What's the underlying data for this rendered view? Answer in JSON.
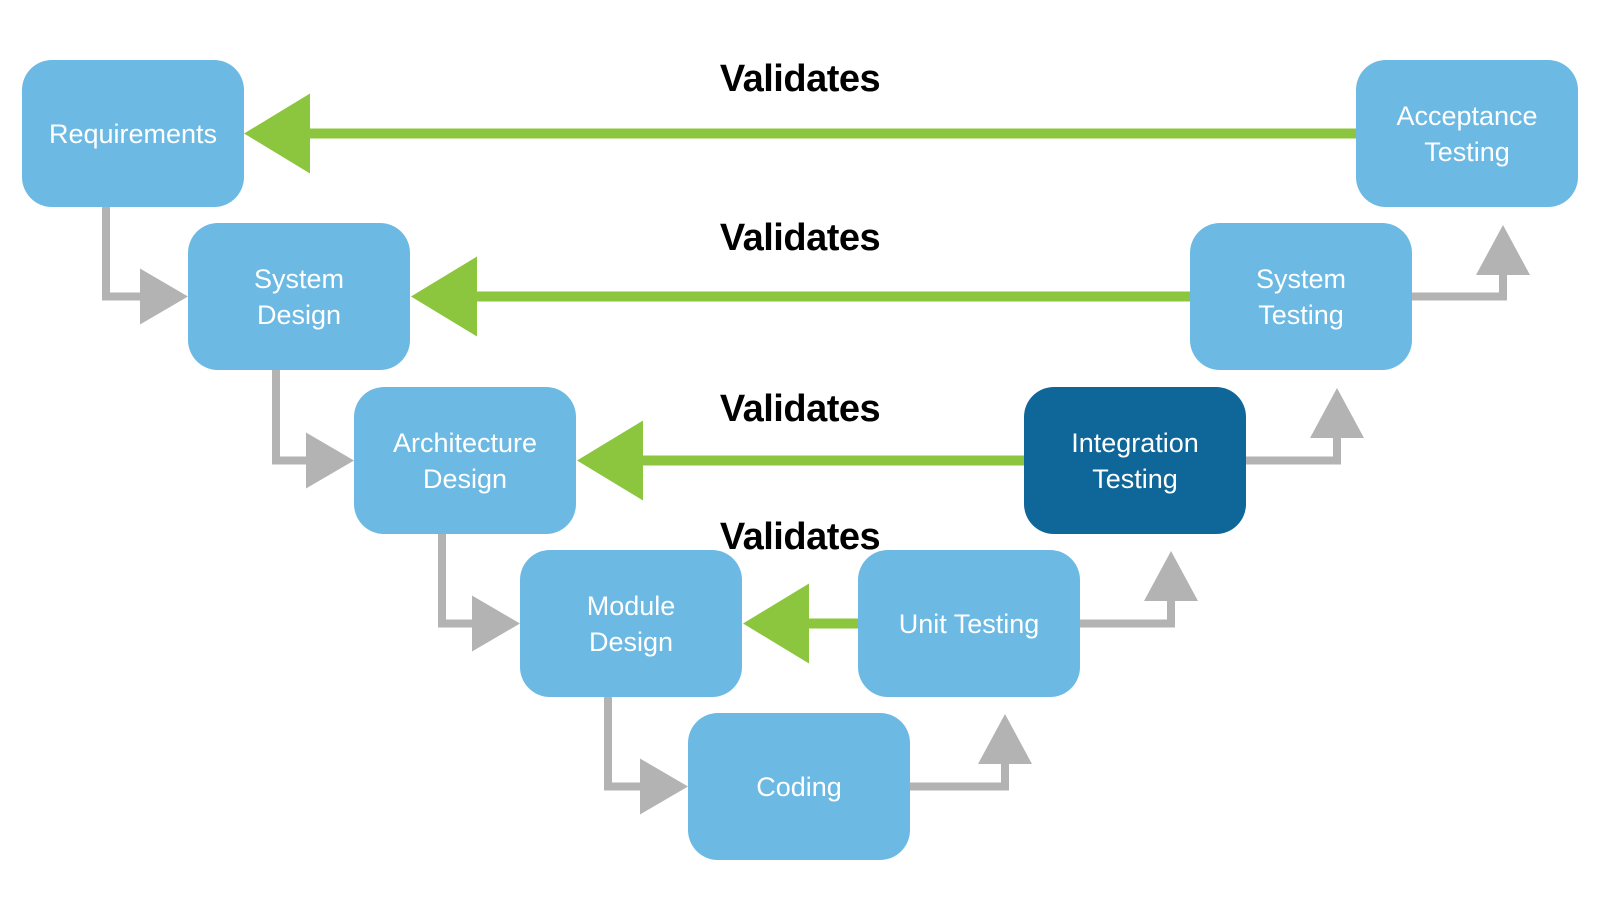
{
  "diagram": {
    "name": "v-model-software-development-lifecycle",
    "validates_label": "Validates"
  },
  "colors": {
    "background": "#ffffff",
    "box_blue": "#6cb9e3",
    "box_dark_blue": "#0f6699",
    "box_text": "#ffffff",
    "green_arrow": "#8cc63e",
    "gray_arrow": "#b3b3b3",
    "validates_text": "#000000"
  },
  "boxes": [
    {
      "id": "requirements",
      "label": "Requirements",
      "lines": [
        "Requirements"
      ]
    },
    {
      "id": "system-design",
      "label": "System Design",
      "lines": [
        "System",
        "Design"
      ]
    },
    {
      "id": "architecture-design",
      "label": "Architecture Design",
      "lines": [
        "Architecture",
        "Design"
      ]
    },
    {
      "id": "module-design",
      "label": "Module Design",
      "lines": [
        "Module",
        "Design"
      ]
    },
    {
      "id": "coding",
      "label": "Coding",
      "lines": [
        "Coding"
      ]
    },
    {
      "id": "unit-testing",
      "label": "Unit Testing",
      "lines": [
        "Unit Testing"
      ]
    },
    {
      "id": "integration-testing",
      "label": "Integration Testing",
      "lines": [
        "Integration",
        "Testing"
      ],
      "emphasis": true
    },
    {
      "id": "system-testing",
      "label": "System Testing",
      "lines": [
        "System",
        "Testing"
      ]
    },
    {
      "id": "acceptance-testing",
      "label": "Acceptance Testing",
      "lines": [
        "Acceptance",
        "Testing"
      ]
    }
  ],
  "validates_arrows": [
    {
      "label": "Validates",
      "from": "Acceptance Testing",
      "to": "Requirements"
    },
    {
      "label": "Validates",
      "from": "System Testing",
      "to": "System Design"
    },
    {
      "label": "Validates",
      "from": "Integration Testing",
      "to": "Architecture Design"
    },
    {
      "label": "Validates",
      "from": "Unit Testing",
      "to": "Module Design"
    }
  ],
  "flow_arrows": [
    {
      "from": "Requirements",
      "to": "System Design"
    },
    {
      "from": "System Design",
      "to": "Architecture Design"
    },
    {
      "from": "Architecture Design",
      "to": "Module Design"
    },
    {
      "from": "Module Design",
      "to": "Coding"
    },
    {
      "from": "Coding",
      "to": "Unit Testing"
    },
    {
      "from": "Unit Testing",
      "to": "Integration Testing"
    },
    {
      "from": "Integration Testing",
      "to": "System Testing"
    },
    {
      "from": "System Testing",
      "to": "Acceptance Testing"
    }
  ]
}
